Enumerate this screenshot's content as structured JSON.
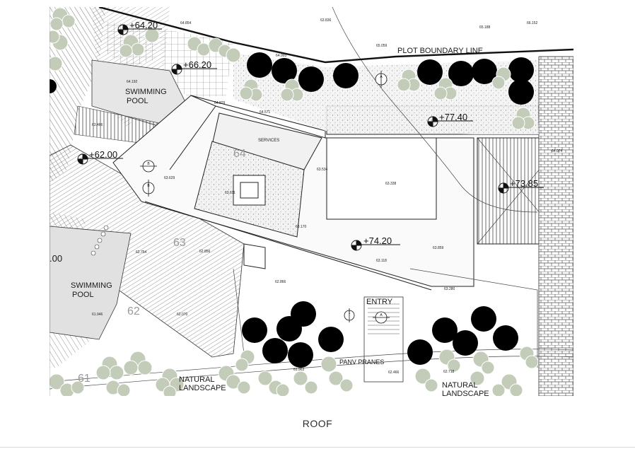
{
  "title": "ROOF",
  "plan": {
    "labels": {
      "plot_boundary": "PLOT BOUNDARY LINE",
      "pool_upper": [
        "SWIMMING",
        "POOL"
      ],
      "pool_lower": [
        "SWIMMING",
        "POOL"
      ],
      "services": "SERVICES",
      "entry": "ENTRY",
      "panv_pranes": "PANV PRANES",
      "landscape_left": [
        "NATURAL",
        "LANDSCAPE"
      ],
      "landscape_right": [
        "NATURAL",
        "LANDSCAPE"
      ],
      "contour_64": "64",
      "contour_63": "63",
      "contour_62": "62",
      "contour_61": "61",
      "edge_value": ".00"
    },
    "levels": {
      "l1": "+64.20",
      "l2": "+66.20",
      "l3": "+62.00",
      "l4": "+77.40",
      "l5": "+73.85",
      "l6": "+74.20"
    },
    "spot_heights": [
      "64.854",
      "63.836",
      "65.188",
      "66.152",
      "65.059",
      "64.993",
      "64.829",
      "64.571",
      "63.629",
      "63.534",
      "63.338",
      "64.074",
      "63.611",
      "63.170",
      "63.859",
      "63.118",
      "62.754",
      "62.856",
      "63.280",
      "62.866",
      "64.192",
      "61.946",
      "62.070",
      "62.466",
      "62.718",
      "61.963",
      "63.466"
    ],
    "section_marks": [
      "B",
      "B",
      "A",
      "A",
      "1"
    ],
    "colors": {
      "line": "#1a1a1a",
      "tree_canopy": "#000000",
      "shrub": "#c3ccb8",
      "hatch": "#555555",
      "caption": "#2b2b2b"
    },
    "icons": [
      "level-marker-icon",
      "section-marker-icon",
      "north-arrow-icon",
      "tree-icon",
      "shrub-icon"
    ]
  }
}
